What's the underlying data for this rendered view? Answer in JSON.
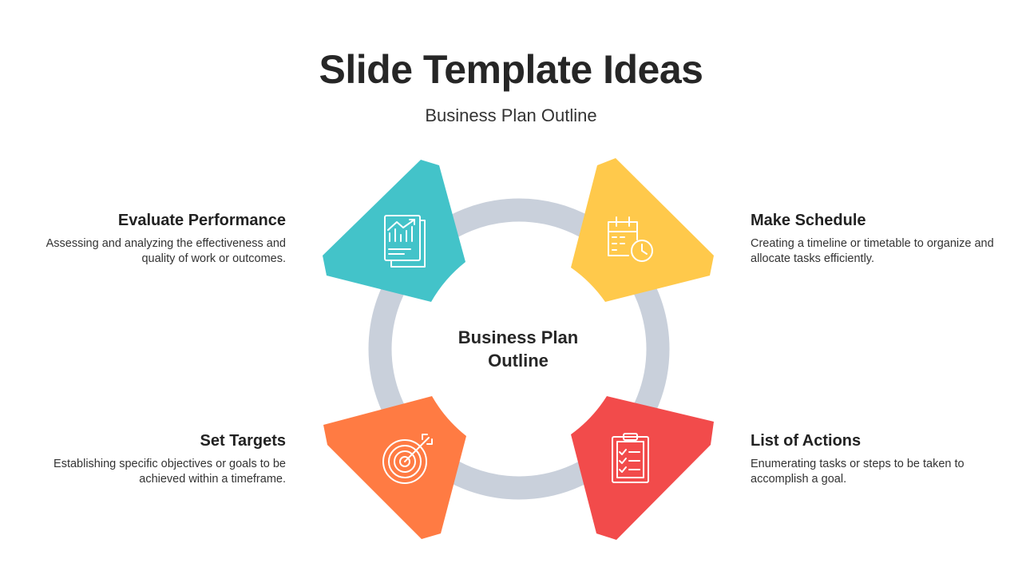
{
  "title": "Slide Template Ideas",
  "subtitle": "Business Plan Outline",
  "center_label": "Business Plan Outline",
  "colors": {
    "ring": "#C9D0DB",
    "teal": "#43C3C9",
    "yellow": "#FFC94B",
    "orange": "#FF7B43",
    "red": "#F24B4B"
  },
  "items": [
    {
      "position": "top-left",
      "heading": "Evaluate Performance",
      "description": "Assessing and analyzing the effectiveness and quality of work or outcomes.",
      "icon": "report-chart-icon",
      "color": "#43C3C9"
    },
    {
      "position": "top-right",
      "heading": "Make Schedule",
      "description": "Creating a timeline or timetable to organize and allocate tasks efficiently.",
      "icon": "calendar-clock-icon",
      "color": "#FFC94B"
    },
    {
      "position": "bottom-left",
      "heading": "Set Targets",
      "description": "Establishing specific objectives or goals to be achieved within a timeframe.",
      "icon": "target-arrow-icon",
      "color": "#FF7B43"
    },
    {
      "position": "bottom-right",
      "heading": "List of Actions",
      "description": "Enumerating tasks or steps to be taken to accomplish a goal.",
      "icon": "clipboard-checklist-icon",
      "color": "#F24B4B"
    }
  ]
}
